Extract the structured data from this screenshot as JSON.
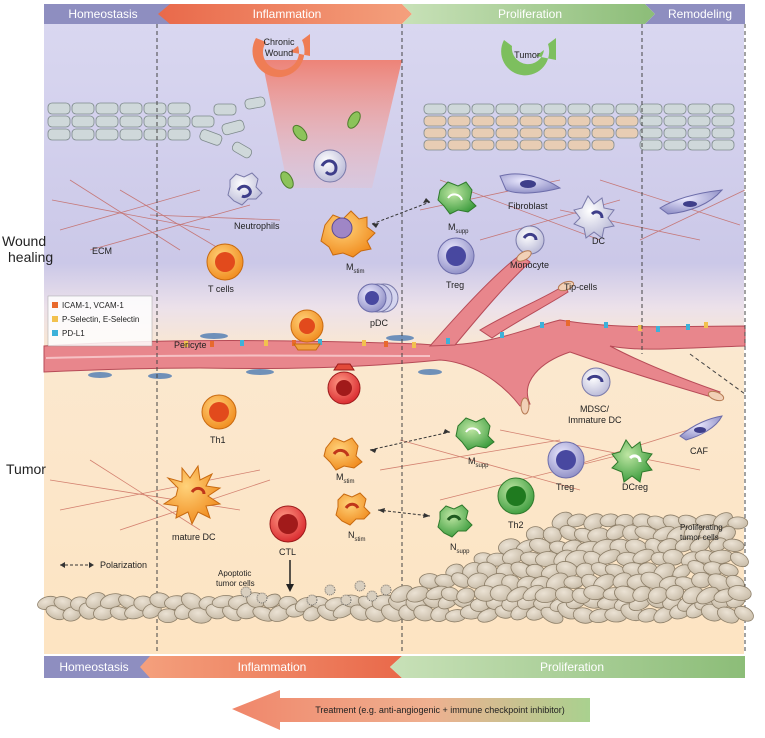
{
  "top_phases": [
    "Homeostasis",
    "Inflammation",
    "Proliferation",
    "Remodeling"
  ],
  "bottom_phases": [
    "Homeostasis",
    "Inflammation",
    "Proliferation"
  ],
  "icons": {
    "chronic_wound": "Chronic\nWound",
    "tumor": "Tumor"
  },
  "regions": {
    "wound_healing": "Wound\nhealing",
    "tumor": "Tumor"
  },
  "legend": {
    "items": [
      {
        "label": "ICAM-1, VCAM-1",
        "color": "#e8692d"
      },
      {
        "label": "P-Selectin, E-Selectin",
        "color": "#f2c14e"
      },
      {
        "label": "PD-L1",
        "color": "#3db1d9"
      }
    ],
    "polarization": "Polarization"
  },
  "labels": {
    "ecm": "ECM",
    "neutrophils": "Neutrophils",
    "t_cells": "T cells",
    "m_stim_top": "M",
    "m_stim_top_sub": "stim",
    "m_supp_top": "M",
    "m_supp_top_sub": "supp",
    "fibroblast": "Fibroblast",
    "dc": "DC",
    "monocyte": "Monocyte",
    "treg_top": "Treg",
    "tip_cells": "Tip-cells",
    "pdc": "pDC",
    "pericyte": "Pericyte",
    "th1": "Th1",
    "m_stim_bottom": "M",
    "m_stim_bottom_sub": "stim",
    "m_supp_bottom": "M",
    "m_supp_bottom_sub": "supp",
    "mdsc": "MDSC/\nImmature DC",
    "caf": "CAF",
    "treg_bottom": "Treg",
    "dcreg": "DCreg",
    "th2": "Th2",
    "mature_dc": "mature DC",
    "ctl": "CTL",
    "n_stim": "N",
    "n_stim_sub": "stim",
    "n_supp": "N",
    "n_supp_sub": "supp",
    "proliferating": "Proliferating\ntumor cells",
    "apoptotic": "Apoptotic\ntumor cells"
  },
  "treatment": "Treatment (e.g. anti-angiogenic + immune checkpoint inhibitor)",
  "colors": {
    "homeostasis": "#8e8ec0",
    "inflammation": "#ef8a63",
    "proliferation": "#8dc07a",
    "wound_bg": "#cfcdea",
    "tumor_bg": "#fbe6c8",
    "vessel": "#e57f86"
  },
  "icon_names": [
    "clockwise-arrow-icon",
    "bacteria-icon",
    "cell-icon",
    "polarization-arrow-icon",
    "treatment-arrow-icon"
  ]
}
